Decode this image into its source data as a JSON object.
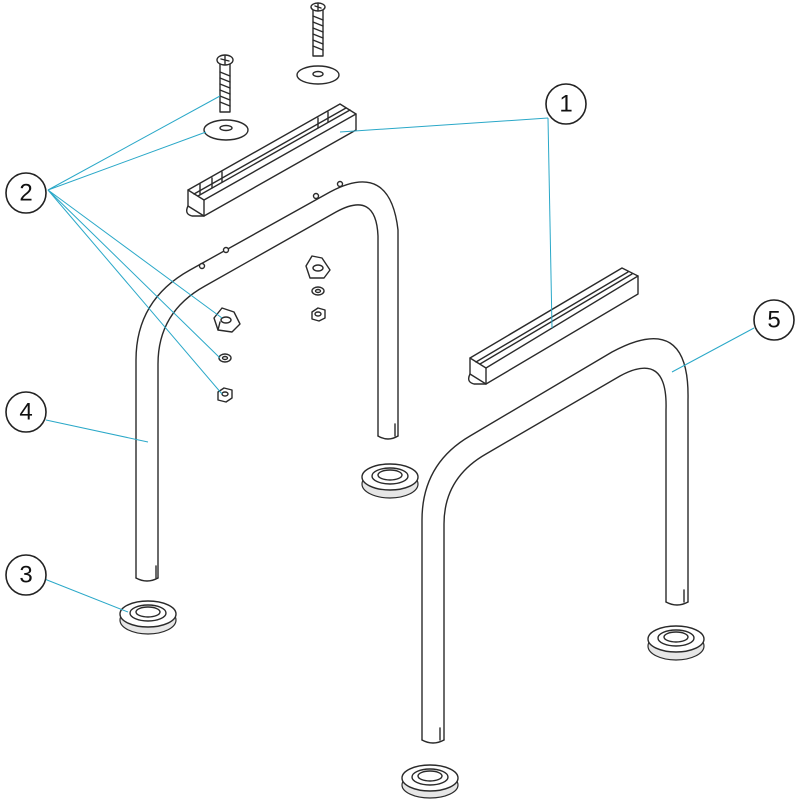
{
  "callouts": [
    {
      "id": "1",
      "label": "1"
    },
    {
      "id": "2",
      "label": "2"
    },
    {
      "id": "3",
      "label": "3"
    },
    {
      "id": "4",
      "label": "4"
    },
    {
      "id": "5",
      "label": "5"
    }
  ],
  "colors": {
    "leader": "#2aa8c8",
    "outline": "#2a2a2a",
    "background": "#ffffff"
  }
}
